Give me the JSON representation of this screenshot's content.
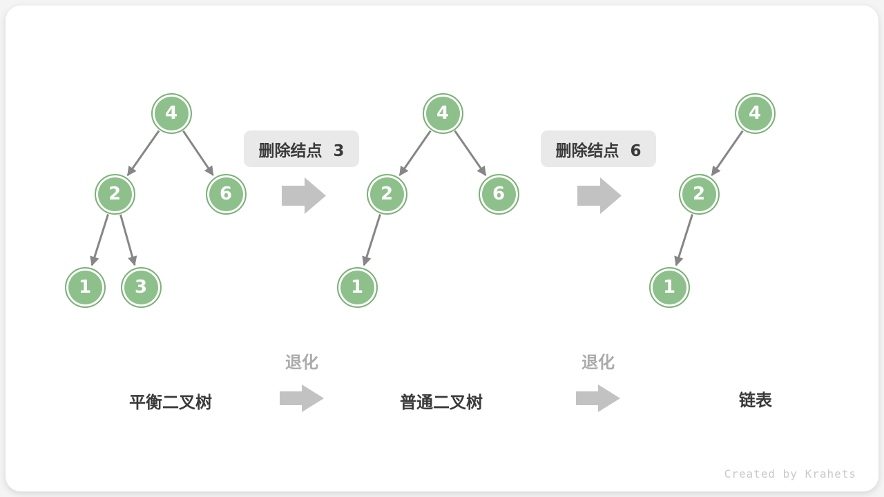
{
  "colors": {
    "node-fill": "#8dc08b",
    "node-border": "#7db279",
    "edge": "#868686",
    "block-arrow": "#c2c2c2",
    "label-bg": "#e9e9e9",
    "text-dark": "#3a3a3a",
    "text-gray": "#ababab",
    "credit": "#c9c9c9",
    "card-bg": "#ffffff",
    "page-bg": "#f4f4f4"
  },
  "steps": [
    {
      "label": "删除结点  3"
    },
    {
      "label": "删除结点  6"
    }
  ],
  "transitions": [
    {
      "label": "退化"
    },
    {
      "label": "退化"
    }
  ],
  "trees": [
    {
      "caption": "平衡二叉树",
      "nodes": [
        {
          "value": "4"
        },
        {
          "value": "2"
        },
        {
          "value": "6"
        },
        {
          "value": "1"
        },
        {
          "value": "3"
        }
      ]
    },
    {
      "caption": "普通二叉树",
      "nodes": [
        {
          "value": "4"
        },
        {
          "value": "2"
        },
        {
          "value": "6"
        },
        {
          "value": "1"
        }
      ]
    },
    {
      "caption": "链表",
      "nodes": [
        {
          "value": "4"
        },
        {
          "value": "2"
        },
        {
          "value": "1"
        }
      ]
    }
  ],
  "footer": {
    "credit": "Created by Krahets"
  }
}
